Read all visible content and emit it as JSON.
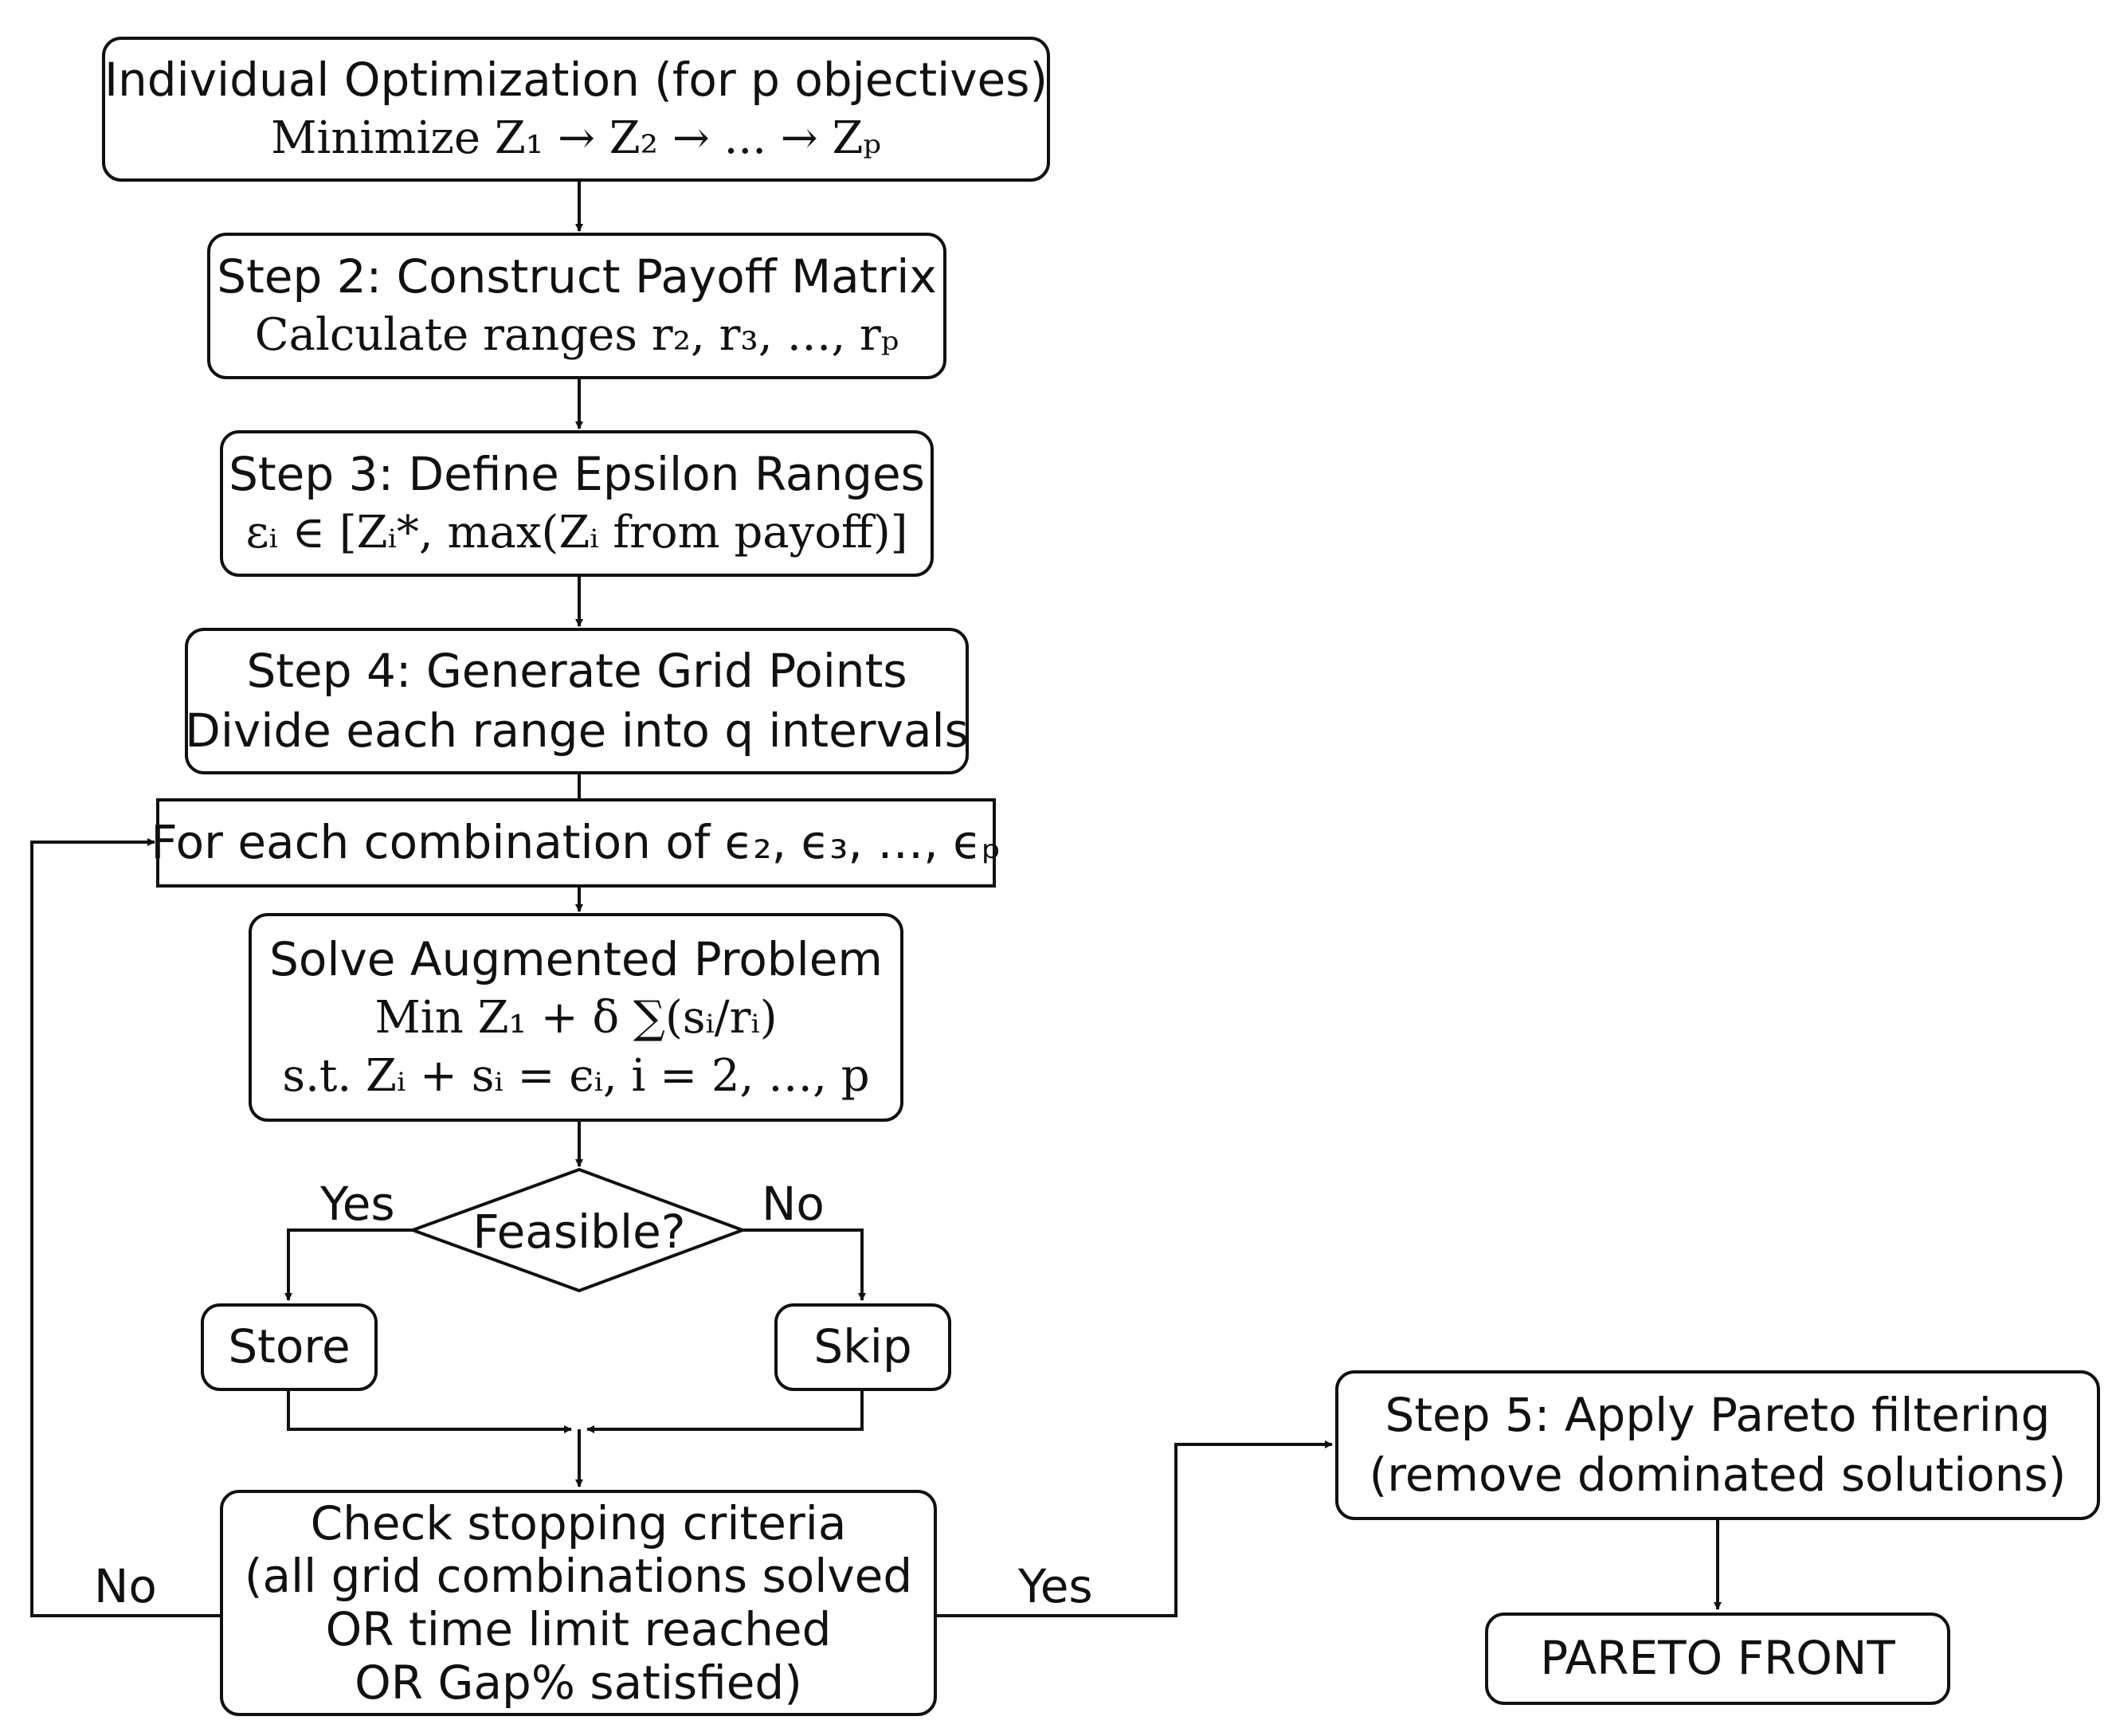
{
  "nodes": {
    "individual_opt": {
      "line1": "Individual Optimization (for p objectives)",
      "line2": "Minimize Z₁ → Z₂ → ... → Zₚ"
    },
    "step2": {
      "line1": "Step 2: Construct Payoff Matrix",
      "line2": "Calculate ranges r₂, r₃, …, rₚ"
    },
    "step3": {
      "line1": "Step 3: Define Epsilon Ranges",
      "line2": "εᵢ ∈ [Zᵢ*, max(Zᵢ from payoff)]"
    },
    "step4": {
      "line1": "Step 4: Generate Grid Points",
      "line2": "Divide each range into q intervals"
    },
    "for_each": {
      "line1": "For each combination of ϵ₂, ϵ₃, …, ϵₚ"
    },
    "solve": {
      "line1": "Solve Augmented Problem",
      "line2": "Min Z₁ + δ ∑(sᵢ/rᵢ)",
      "line3": "s.t. Zᵢ + sᵢ = ϵᵢ, i = 2, …, p"
    },
    "feasible": {
      "label": "Feasible?"
    },
    "store": {
      "label": "Store"
    },
    "skip": {
      "label": "Skip"
    },
    "check": {
      "line1": "Check stopping criteria",
      "line2": "(all grid combinations solved",
      "line3": "OR time limit reached",
      "line4": "OR Gap% satisfied)"
    },
    "step5": {
      "line1": "Step 5: Apply Pareto filtering",
      "line2": "(remove dominated solutions)"
    },
    "pareto": {
      "label": "PARETO FRONT"
    }
  },
  "edge_labels": {
    "feasible_yes": "Yes",
    "feasible_no": "No",
    "check_no": "No",
    "check_yes": "Yes"
  },
  "colors": {
    "stroke": "#111111",
    "background": "#ffffff"
  }
}
